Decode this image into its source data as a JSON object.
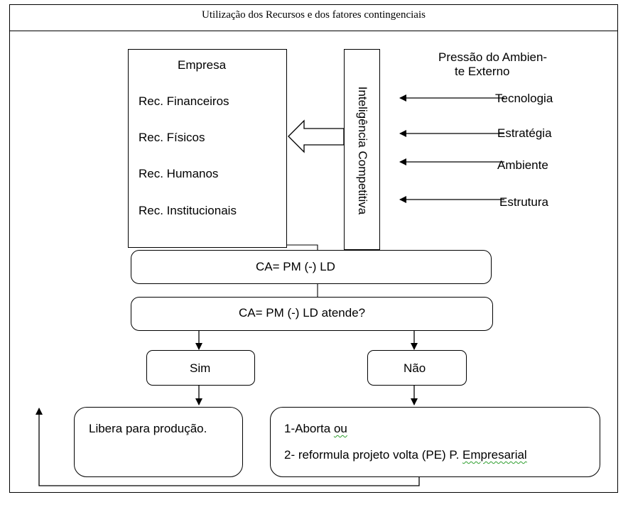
{
  "title": "Utilização dos Recursos e dos fatores contingenciais",
  "empresa": {
    "heading": "Empresa",
    "items": [
      "Rec. Financeiros",
      "Rec. Físicos",
      "Rec. Humanos",
      "Rec. Institucionais"
    ]
  },
  "inteligencia": "Inteligência Competitiva",
  "pressao": {
    "heading_line1": "Pressão do Ambien-",
    "heading_line2": "te Externo",
    "items": [
      "Tecnologia",
      "Estratégia",
      "Ambiente",
      "Estrutura"
    ]
  },
  "formula": "CA= PM (-) LD",
  "question": "CA= PM (-) LD atende?",
  "yes": "Sim",
  "no": "Não",
  "release": "Libera para produção.",
  "reject": {
    "line1_text": "1-Aborta ",
    "line1_flag": "ou",
    "line2_text": "2- reformula projeto volta (PE) P. ",
    "line2_flag": "Empresarial"
  }
}
